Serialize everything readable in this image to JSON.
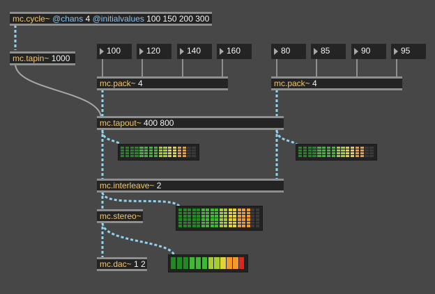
{
  "objects": {
    "cycle": {
      "name": "mc.cycle~",
      "attr1": "@chans",
      "val1": "4",
      "attr2": "@initialvalues",
      "val2": "100 150 200 300"
    },
    "tapin": {
      "name": "mc.tapin~",
      "args": "1000"
    },
    "pack_left": {
      "name": "mc.pack~",
      "args": "4"
    },
    "pack_right": {
      "name": "mc.pack~",
      "args": "4"
    },
    "tapout": {
      "name": "mc.tapout~",
      "args": "400 800"
    },
    "interleave": {
      "name": "mc.interleave~",
      "args": "2"
    },
    "stereo": {
      "name": "mc.stereo~",
      "args": ""
    },
    "dac": {
      "name": "mc.dac~",
      "args": "1 2"
    }
  },
  "numbers": {
    "left": [
      "100",
      "120",
      "140",
      "160"
    ],
    "right": [
      "80",
      "85",
      "90",
      "95"
    ]
  },
  "meter_colors": {
    "green_dark": "#1f8a1f",
    "green": "#3fb934",
    "yellow_green": "#a6cf2c",
    "yellow": "#e3d23a",
    "orange": "#f39a2a",
    "red": "#e0251c",
    "off": "#3a3a3a"
  },
  "patchcord_signal_color": "#8fd4ee",
  "patchcord_control_color": "#a8a8a8"
}
